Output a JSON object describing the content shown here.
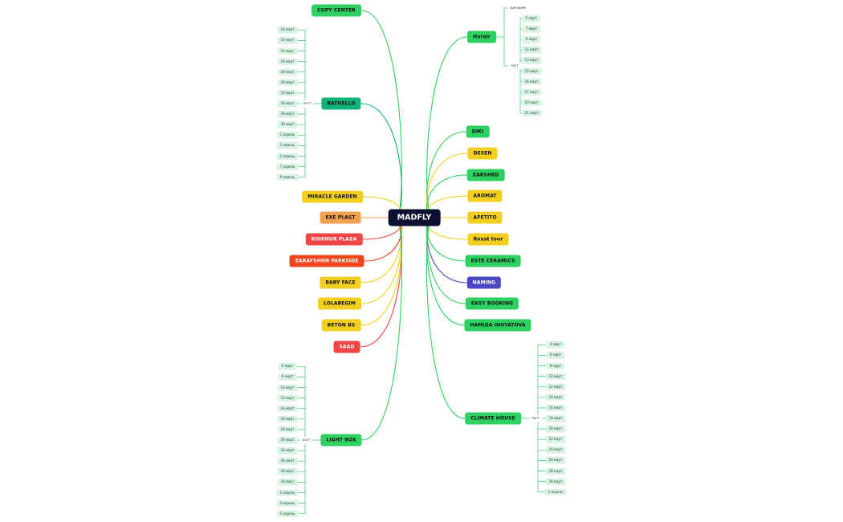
{
  "center": {
    "label": "MADFLY",
    "color": "#0d1131"
  },
  "branch_colors": {
    "green": "#2dd161",
    "teal": "#10b479",
    "yellow": "#f2cf1f",
    "orange": "#f1a04f",
    "red": "#ef4545",
    "redorange": "#f0461e",
    "purple": "#4b48c4",
    "blue": "#3d6fe0",
    "leaf_line": "#2dd161"
  },
  "branches": [
    {
      "id": "copy-center",
      "label": "COPY CENTER",
      "color": "green",
      "text": "#111111"
    },
    {
      "id": "batello",
      "label": "BATHELLO",
      "color": "teal",
      "text": "#111111",
      "mid": "пост",
      "leaves": [
        "10 март",
        "12 март",
        "14 март",
        "16 март",
        "18 март",
        "20 март",
        "24 март",
        "26 март",
        "28 март",
        "30 март",
        "1 апрель",
        "3 апрель",
        "5 апрель",
        "7 апрель",
        "9 апрель"
      ]
    },
    {
      "id": "miracle-garden",
      "label": "MIRACLE GARDEN",
      "color": "yellow",
      "text": "#111111"
    },
    {
      "id": "exe-plast",
      "label": "EXE PLAST",
      "color": "orange",
      "text": "#111111"
    },
    {
      "id": "kohinur-plaza",
      "label": "KOHINUR PLAZA",
      "color": "red",
      "text": "#ffffff"
    },
    {
      "id": "zarafshon-parkside",
      "label": "ZARAFSHON PARKSIDE",
      "color": "redorange",
      "text": "#ffffff"
    },
    {
      "id": "baby-face",
      "label": "BABY FACE",
      "color": "yellow",
      "text": "#111111"
    },
    {
      "id": "lolabegim",
      "label": "LOLABEGIM",
      "color": "yellow",
      "text": "#111111"
    },
    {
      "id": "beton-bs",
      "label": "BETON BS",
      "color": "yellow",
      "text": "#111111"
    },
    {
      "id": "saad",
      "label": "SAAD",
      "color": "red",
      "text": "#ffffff"
    },
    {
      "id": "light-box",
      "label": "LIGHT BOX",
      "color": "green",
      "text": "#111111",
      "mid": "пост",
      "leaves": [
        "6 март",
        "8 март",
        "10 март",
        "12 март",
        "14 март",
        "16 март",
        "18 март",
        "20 март",
        "24 март",
        "26 март",
        "28 март",
        "30 март",
        "1 апрель",
        "3 апрель",
        "5 апрель"
      ]
    },
    {
      "id": "hurair",
      "label": "Hurair",
      "color": "green",
      "text": "#111111",
      "subs": [
        {
          "label": "сценарие"
        },
        {
          "label": "пост",
          "leaves": [
            "5 март",
            "7 март",
            "9 март",
            "11 март",
            "13 март",
            "15 март",
            "16 март",
            "17 март",
            "19 март",
            "21 март"
          ]
        }
      ]
    },
    {
      "id": "diki",
      "label": "DIKI",
      "color": "green",
      "text": "#111111"
    },
    {
      "id": "desen",
      "label": "DESEN",
      "color": "yellow",
      "text": "#111111"
    },
    {
      "id": "zarshed",
      "label": "ZARSHED",
      "color": "green",
      "text": "#111111"
    },
    {
      "id": "aromat",
      "label": "AROMAT",
      "color": "yellow",
      "text": "#111111"
    },
    {
      "id": "apetito",
      "label": "APETITO",
      "color": "yellow",
      "text": "#111111"
    },
    {
      "id": "roxat-tour",
      "label": "Roxat tour",
      "color": "yellow",
      "text": "#111111"
    },
    {
      "id": "este-ceramics",
      "label": "ESTE CERAMICS",
      "color": "green",
      "text": "#111111"
    },
    {
      "id": "naming",
      "label": "NAMING",
      "color": "purple",
      "text": "#ffffff"
    },
    {
      "id": "easy-booking",
      "label": "EASY BOOKING",
      "color": "green",
      "text": "#111111"
    },
    {
      "id": "hamida-inoyatova",
      "label": "HAMIDA INOYATOVA",
      "color": "green",
      "text": "#111111"
    },
    {
      "id": "climate-house",
      "label": "CLIMATE HOUSE",
      "color": "green",
      "text": "#111111",
      "mid": "пост",
      "leaves": [
        "4 март",
        "6 март",
        "8 март",
        "10 март",
        "12 март",
        "14 март",
        "16 март",
        "18 март",
        "20 март",
        "22 март",
        "24 март",
        "26 март",
        "28 март",
        "30 март",
        "1 апрель"
      ]
    }
  ]
}
